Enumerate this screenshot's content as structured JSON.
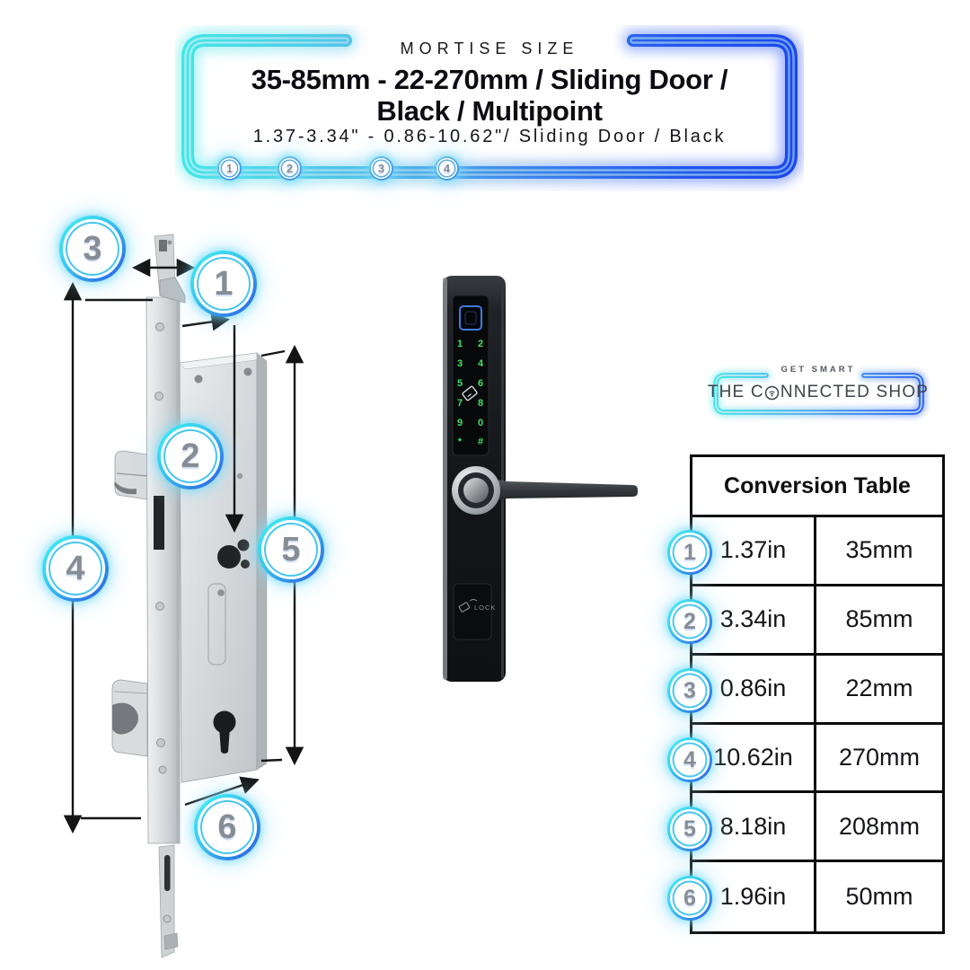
{
  "header": {
    "eyebrow": "MORTISE SIZE",
    "title_line1": "35-85mm - 22-270mm / Sliding Door /",
    "title_line2": "Black / Multipoint",
    "subtitle": "1.37-3.34\" - 0.86-10.62\"/ Sliding Door / Black",
    "steps": [
      "1",
      "2",
      "3",
      "4"
    ]
  },
  "diagram": {
    "callouts": [
      {
        "number": "3"
      },
      {
        "number": "1"
      },
      {
        "number": "2"
      },
      {
        "number": "4"
      },
      {
        "number": "5"
      },
      {
        "number": "6"
      }
    ]
  },
  "smartlock": {
    "keypad_keys": [
      "1",
      "2",
      "3",
      "4",
      "5",
      "6",
      "7",
      "8",
      "9",
      "0",
      "*",
      "#"
    ],
    "bottom_label": "LOCK"
  },
  "logo": {
    "tagline": "GET SMART",
    "name_before": "THE C",
    "name_after": "NNECTED SHOP"
  },
  "conversion_table": {
    "title": "Conversion Table",
    "rows": [
      {
        "number": "1",
        "inches": "1.37in",
        "millimeters": "35mm"
      },
      {
        "number": "2",
        "inches": "3.34in",
        "millimeters": "85mm"
      },
      {
        "number": "3",
        "inches": "0.86in",
        "millimeters": "22mm"
      },
      {
        "number": "4",
        "inches": "10.62in",
        "millimeters": "270mm"
      },
      {
        "number": "5",
        "inches": "8.18in",
        "millimeters": "208mm"
      },
      {
        "number": "6",
        "inches": "1.96in",
        "millimeters": "50mm"
      }
    ]
  },
  "icons": {
    "logo_o": "wifi-circle-icon",
    "fingerprint": "fingerprint-scanner-icon",
    "keypad_card": "rfid-card-icon",
    "bottom_panel": "rfid-lock-icon"
  },
  "colors": {
    "accent_cyan": "#3fe9e6",
    "accent_blue": "#1b47f0",
    "keypad_green": "#3ee463",
    "fingerprint_blue": "#3f7bdd",
    "table_border": "#0b0b0b",
    "badge_number_gray": "#868d95"
  }
}
